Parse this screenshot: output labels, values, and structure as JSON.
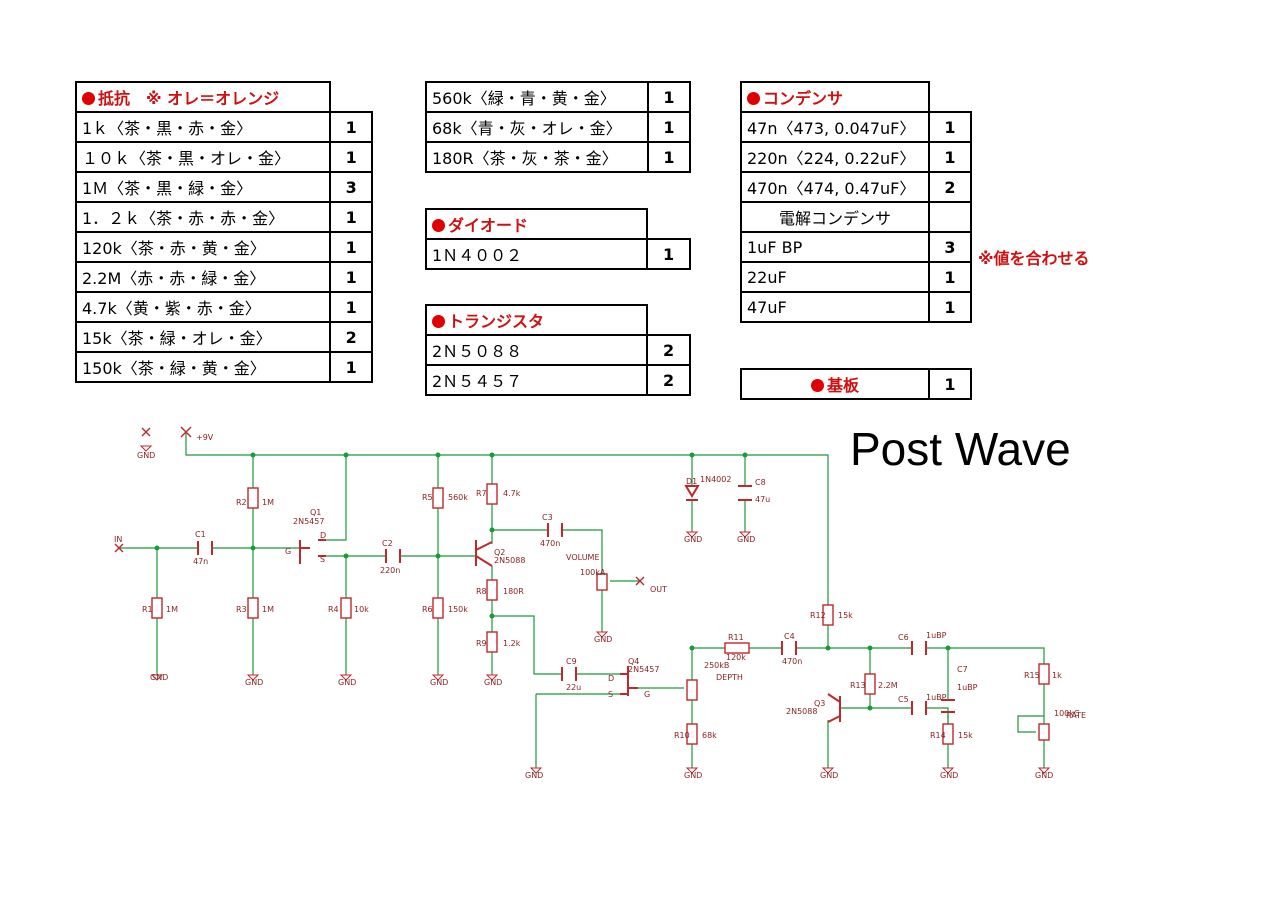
{
  "title": "Post Wave",
  "resistors": {
    "header": "抵抗　※ オレ＝オレンジ",
    "items": [
      {
        "name": "1ｋ〈茶・黒・赤・金〉",
        "qty": "1"
      },
      {
        "name": "１０ｋ〈茶・黒・オレ・金〉",
        "qty": "1"
      },
      {
        "name": "1Ｍ〈茶・黒・緑・金〉",
        "qty": "3"
      },
      {
        "name": "1．２ｋ〈茶・赤・赤・金〉",
        "qty": "1"
      },
      {
        "name": "120k〈茶・赤・黄・金〉",
        "qty": "1"
      },
      {
        "name": "2.2M〈赤・赤・緑・金〉",
        "qty": "1"
      },
      {
        "name": "4.7k〈黄・紫・赤・金〉",
        "qty": "1"
      },
      {
        "name": "15k〈茶・緑・オレ・金〉",
        "qty": "2"
      },
      {
        "name": "150k〈茶・緑・黄・金〉",
        "qty": "1"
      },
      {
        "name": "560k〈緑・青・黄・金〉",
        "qty": "1"
      },
      {
        "name": "68k〈青・灰・オレ・金〉",
        "qty": "1"
      },
      {
        "name": "180R〈茶・灰・茶・金〉",
        "qty": "1"
      }
    ]
  },
  "diodes": {
    "header": "ダイオード",
    "items": [
      {
        "name": "1Ｎ４００２",
        "qty": "1"
      }
    ]
  },
  "transistors": {
    "header": "トランジスタ",
    "items": [
      {
        "name": "2Ｎ５０８８",
        "qty": "2"
      },
      {
        "name": "2Ｎ５４５７",
        "qty": "2"
      }
    ]
  },
  "capacitors": {
    "header": "コンデンサ",
    "items": [
      {
        "name": "47n〈473, 0.047uF〉",
        "qty": "1"
      },
      {
        "name": "220n〈224, 0.22uF〉",
        "qty": "1"
      },
      {
        "name": "470n〈474, 0.47uF〉",
        "qty": "2"
      }
    ],
    "electrolytic_header": "電解コンデンサ",
    "electrolytic": [
      {
        "name": "1uF BP",
        "qty": "3"
      },
      {
        "name": "22uF",
        "qty": "1"
      },
      {
        "name": "47uF",
        "qty": "1"
      }
    ],
    "note": "※値を合わせる"
  },
  "board": {
    "label": "基板",
    "qty": "1"
  },
  "schematic": {
    "rails": {
      "gnd": "GND",
      "vcc": "+9V",
      "in": "IN",
      "out": "OUT"
    },
    "components": [
      {
        "ref": "C1",
        "value": "47n"
      },
      {
        "ref": "C2",
        "value": "220n"
      },
      {
        "ref": "C3",
        "value": "470n"
      },
      {
        "ref": "C4",
        "value": "470n"
      },
      {
        "ref": "C5",
        "value": "1uBP"
      },
      {
        "ref": "C6",
        "value": "1uBP"
      },
      {
        "ref": "C7",
        "value": "1uBP"
      },
      {
        "ref": "C8",
        "value": "47u"
      },
      {
        "ref": "C9",
        "value": "22u"
      },
      {
        "ref": "R1",
        "value": "1M"
      },
      {
        "ref": "R2",
        "value": "1M"
      },
      {
        "ref": "R3",
        "value": "1M"
      },
      {
        "ref": "R4",
        "value": "10k"
      },
      {
        "ref": "R5",
        "value": "560k"
      },
      {
        "ref": "R6",
        "value": "150k"
      },
      {
        "ref": "R7",
        "value": "4.7k"
      },
      {
        "ref": "R8",
        "value": "180R"
      },
      {
        "ref": "R9",
        "value": "1.2k"
      },
      {
        "ref": "R10",
        "value": "68k"
      },
      {
        "ref": "R11",
        "value": "120k"
      },
      {
        "ref": "R12",
        "value": "15k"
      },
      {
        "ref": "R13",
        "value": "2.2M"
      },
      {
        "ref": "R14",
        "value": "15k"
      },
      {
        "ref": "R15",
        "value": "1k"
      },
      {
        "ref": "Q1",
        "value": "2N5457"
      },
      {
        "ref": "Q2",
        "value": "2N5088"
      },
      {
        "ref": "Q3",
        "value": "2N5088"
      },
      {
        "ref": "Q4",
        "value": "2N5457"
      },
      {
        "ref": "D1",
        "value": "1N4002"
      },
      {
        "ref": "VOLUME",
        "value": "100kA"
      },
      {
        "ref": "DEPTH",
        "value": "250kB"
      },
      {
        "ref": "RATE",
        "value": "100kC"
      }
    ],
    "pins": {
      "d": "D",
      "s": "S",
      "g": "G"
    }
  }
}
